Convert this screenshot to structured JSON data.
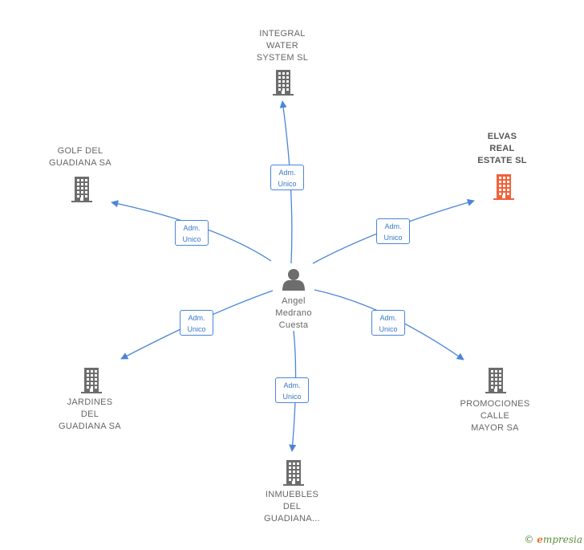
{
  "center": {
    "name_lines": [
      "Angel",
      "Medrano",
      "Cuesta"
    ],
    "icon": "person-icon"
  },
  "companies": [
    {
      "id": "integral",
      "name_lines": [
        "INTEGRAL",
        "WATER",
        "SYSTEM  SL"
      ],
      "highlight": false
    },
    {
      "id": "elvas",
      "name_lines": [
        "ELVAS",
        "REAL",
        "ESTATE  SL"
      ],
      "highlight": true
    },
    {
      "id": "golf",
      "name_lines": [
        "GOLF DEL",
        "GUADIANA SA"
      ],
      "highlight": false
    },
    {
      "id": "jardines",
      "name_lines": [
        "JARDINES",
        "DEL",
        "GUADIANA SA"
      ],
      "highlight": false
    },
    {
      "id": "inmuebles",
      "name_lines": [
        "INMUEBLES",
        "DEL",
        "GUADIANA..."
      ],
      "highlight": false
    },
    {
      "id": "promociones",
      "name_lines": [
        "PROMOCIONES",
        "CALLE",
        "MAYOR SA"
      ],
      "highlight": false
    }
  ],
  "edges": [
    {
      "to": "integral",
      "label_lines": [
        "Adm.",
        "Unico"
      ]
    },
    {
      "to": "elvas",
      "label_lines": [
        "Adm.",
        "Unico"
      ]
    },
    {
      "to": "golf",
      "label_lines": [
        "Adm.",
        "Unico"
      ]
    },
    {
      "to": "jardines",
      "label_lines": [
        "Adm.",
        "Unico"
      ]
    },
    {
      "to": "inmuebles",
      "label_lines": [
        "Adm.",
        "Unico"
      ]
    },
    {
      "to": "promociones",
      "label_lines": [
        "Adm.",
        "Unico"
      ]
    }
  ],
  "colors": {
    "edge": "#4a86d8",
    "building": "#6d6d6d",
    "building_highlight": "#f0623a",
    "person": "#6d6d6d"
  },
  "watermark": {
    "copyright": "©",
    "brand_initial": "e",
    "brand_rest": "mpresia"
  }
}
